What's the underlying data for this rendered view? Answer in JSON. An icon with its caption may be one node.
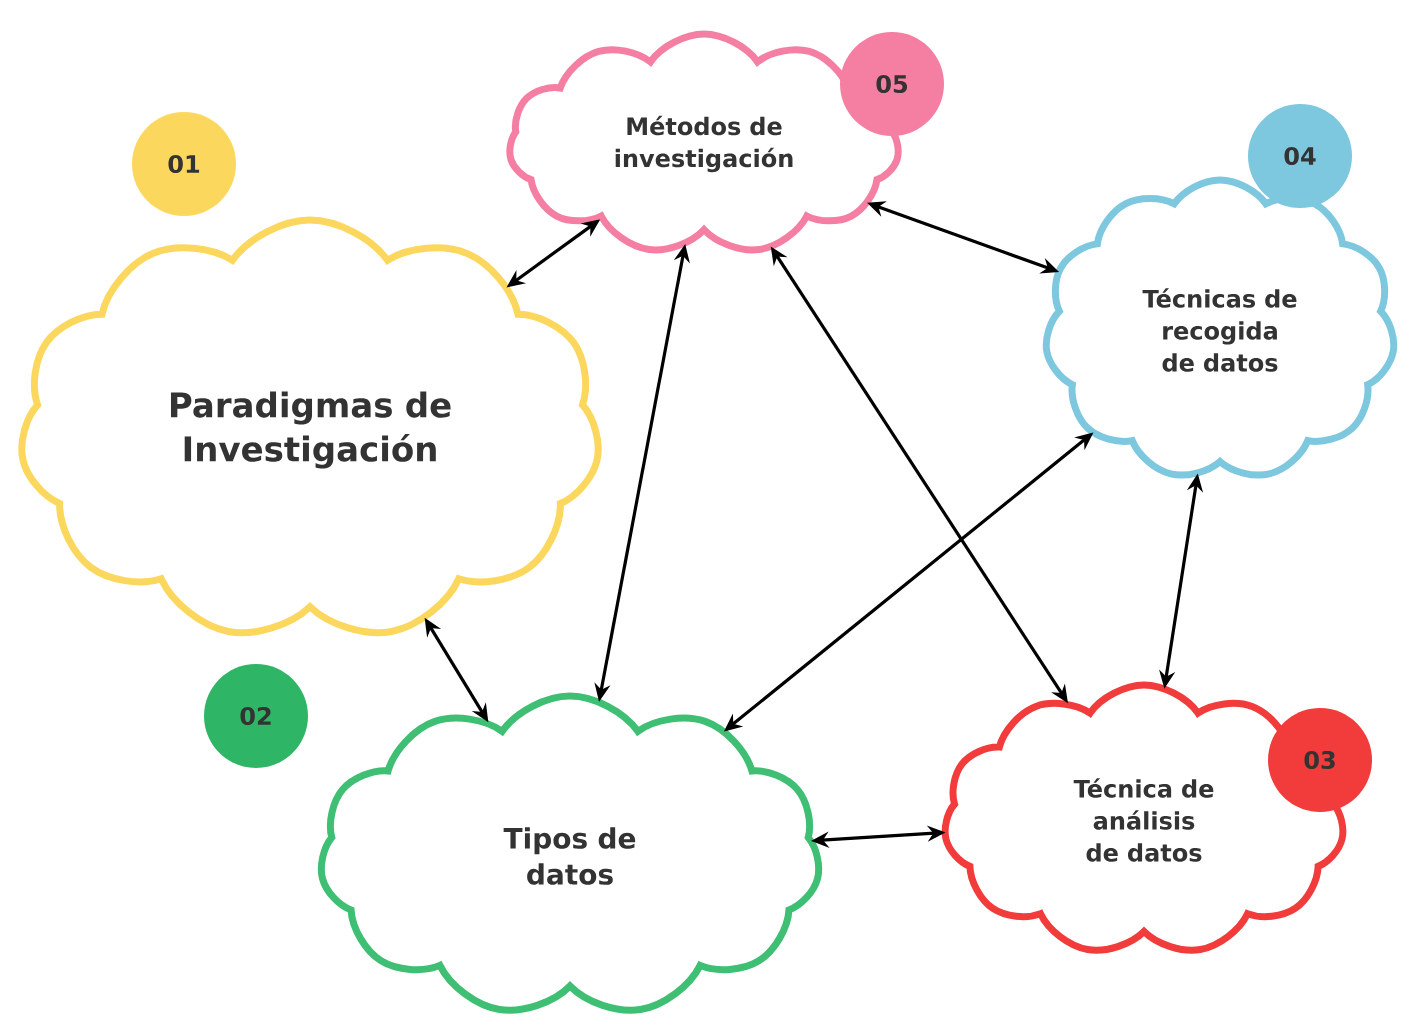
{
  "diagram": {
    "nodes": [
      {
        "text": [
          "Métodos de investigación"
        ]
      },
      {
        "text": [
          "05"
        ]
      },
      {
        "text": [
          "01"
        ]
      },
      {
        "text": [
          "04"
        ]
      },
      {
        "text": [
          "Técnicas de recogida de datos"
        ]
      },
      {
        "text": [
          "Paradigmas de Investigación"
        ]
      },
      {
        "text": [
          "02"
        ]
      },
      {
        "text": [
          "Tipos de datos"
        ]
      },
      {
        "text": [
          "03"
        ]
      },
      {
        "text": [
          "Técnica de análisis de datos"
        ]
      }
    ],
    "edges": [
      {
        "from": 5,
        "to": 0,
        "arrow": "both"
      },
      {
        "from": 5,
        "to": 7,
        "arrow": "both"
      },
      {
        "from": 0,
        "to": 7,
        "arrow": "both"
      },
      {
        "from": 0,
        "to": 4,
        "arrow": "both"
      },
      {
        "from": 0,
        "to": 9,
        "arrow": "both"
      },
      {
        "from": 7,
        "to": 4,
        "arrow": "both"
      },
      {
        "from": 4,
        "to": 9,
        "arrow": "both"
      },
      {
        "from": 7,
        "to": 9,
        "arrow": "both"
      }
    ]
  }
}
